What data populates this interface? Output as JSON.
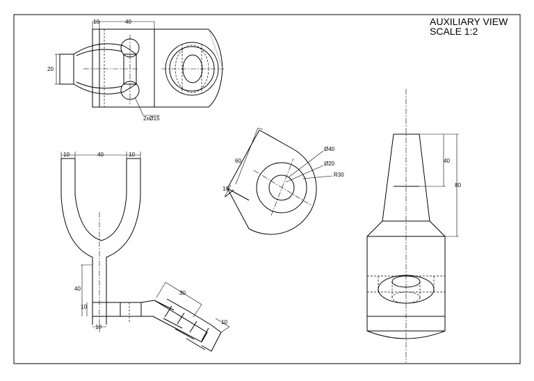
{
  "title": {
    "line1": "AUXILIARY VIEW",
    "line2": "SCALE 1:2"
  },
  "top_view": {
    "dim_10": "10",
    "dim_40": "40",
    "dim_20": "20",
    "holes_note": "2xØ15"
  },
  "front_view": {
    "dim_10_left": "10",
    "dim_40": "40",
    "dim_10_right": "10",
    "dim_40_stem": "40",
    "dim_10_stem": "10",
    "dim_10_bottom": "10",
    "dim_30_aux": "30",
    "dim_10_aux": "10"
  },
  "aux_view": {
    "dim_60": "60",
    "dim_10": "10",
    "dia_40": "Ø40",
    "dia_20": "Ø20",
    "radius_30": "R30"
  },
  "side_view": {
    "dim_40": "40",
    "dim_80": "80"
  }
}
